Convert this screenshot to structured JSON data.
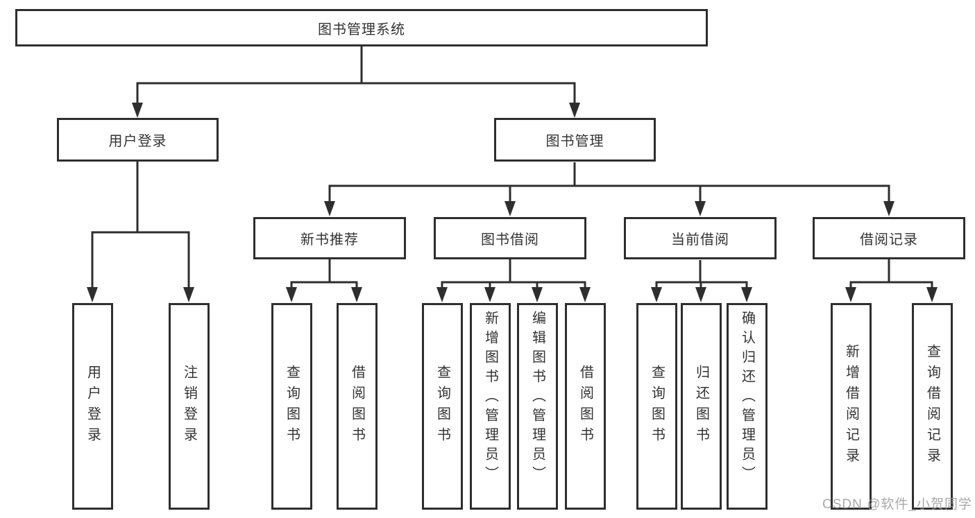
{
  "diagram": {
    "root": {
      "label": "图书管理系统"
    },
    "level2": [
      {
        "label": "用户登录"
      },
      {
        "label": "图书管理"
      }
    ],
    "level3": [
      {
        "label": "新书推荐"
      },
      {
        "label": "图书借阅"
      },
      {
        "label": "当前借阅"
      },
      {
        "label": "借阅记录"
      }
    ],
    "leaves": {
      "user_login": [
        {
          "label": "用户登录"
        },
        {
          "label": "注销登录"
        }
      ],
      "new_book": [
        {
          "label": "查询图书"
        },
        {
          "label": "借阅图书"
        }
      ],
      "book_borrow": [
        {
          "label": "查询图书"
        },
        {
          "label": "新增图书（管理员）"
        },
        {
          "label": "编辑图书（管理员）"
        },
        {
          "label": "借阅图书"
        }
      ],
      "current_borrow": [
        {
          "label": "查询图书"
        },
        {
          "label": "归还图书"
        },
        {
          "label": "确认归还（管理员）"
        }
      ],
      "borrow_record": [
        {
          "label": "新增借阅记录"
        },
        {
          "label": "查询借阅记录"
        }
      ]
    }
  },
  "watermark": {
    "text": "CSDN @软件_小贺同学"
  },
  "colors": {
    "line": "#2e2e2e",
    "box_border": "#2e2e2e",
    "text": "#333333",
    "watermark": "#9a9a9a",
    "background": "#ffffff"
  }
}
